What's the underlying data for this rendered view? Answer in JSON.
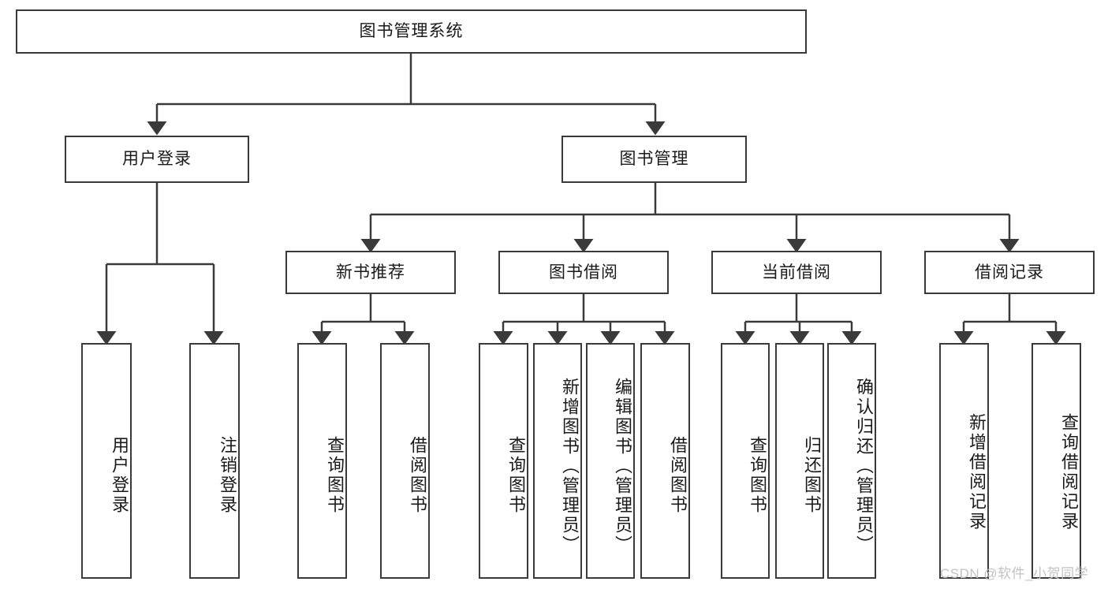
{
  "diagram": {
    "title": "图书管理系统",
    "type": "hierarchy-tree",
    "root": {
      "label": "图书管理系统"
    },
    "level2": [
      {
        "label": "用户登录"
      },
      {
        "label": "图书管理"
      }
    ],
    "level3": [
      {
        "label": "新书推荐"
      },
      {
        "label": "图书借阅"
      },
      {
        "label": "当前借阅"
      },
      {
        "label": "借阅记录"
      }
    ],
    "leaves": {
      "user_login": [
        {
          "label": "用户登录"
        },
        {
          "label": "注销登录"
        }
      ],
      "new_book": [
        {
          "label": "查询图书"
        },
        {
          "label": "借阅图书"
        }
      ],
      "book_borrow": [
        {
          "label": "查询图书"
        },
        {
          "label": "新增图书（管理员）"
        },
        {
          "label": "编辑图书（管理员）"
        },
        {
          "label": "借阅图书"
        }
      ],
      "current_borrow": [
        {
          "label": "查询图书"
        },
        {
          "label": "归还图书"
        },
        {
          "label": "确认归还（管理员）"
        }
      ],
      "borrow_record": [
        {
          "label": "新增借阅记录"
        },
        {
          "label": "查询借阅记录"
        }
      ]
    },
    "watermark": "CSDN @软件_小贺同学",
    "colors": {
      "border": "#3a3a3a",
      "text": "#1a1a1a",
      "background": "#ffffff",
      "watermark": "#c2c2c2"
    }
  }
}
